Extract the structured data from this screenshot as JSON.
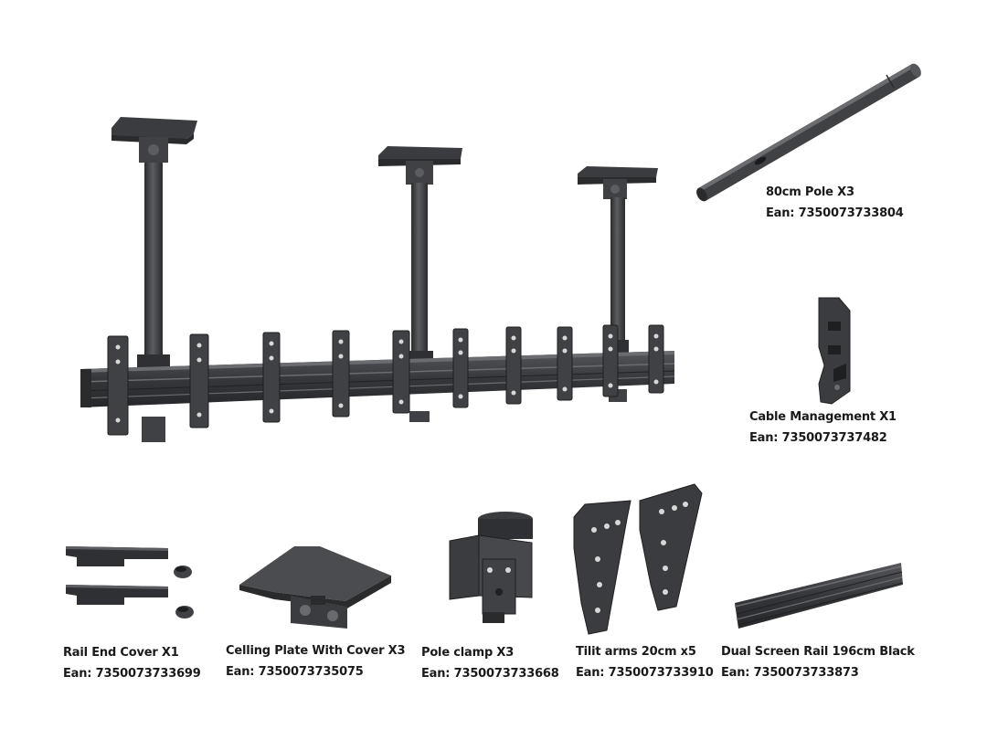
{
  "colors": {
    "metal": "#3f4144",
    "metal_dark": "#2a2b2d",
    "metal_light": "#6a6c70",
    "text": "#1a1a1a"
  },
  "parts": {
    "pole": {
      "name": "80cm Pole X3",
      "ean": "Ean: 7350073733804"
    },
    "cable_management": {
      "name": "Cable Management  X1",
      "ean": "Ean: 7350073737482"
    },
    "rail_end_cover": {
      "name": "Rail End Cover X1",
      "ean": "Ean: 7350073733699"
    },
    "ceiling_plate": {
      "name": "Celling Plate With Cover X3",
      "ean": "Ean: 7350073735075"
    },
    "pole_clamp": {
      "name": "Pole clamp X3",
      "ean": "Ean: 7350073733668"
    },
    "tilt_arms": {
      "name": "Tilit arms 20cm x5",
      "ean": "Ean: 7350073733910"
    },
    "dual_screen_rail": {
      "name": "Dual Screen Rail 196cm Black",
      "ean": "Ean: 7350073733873"
    }
  }
}
